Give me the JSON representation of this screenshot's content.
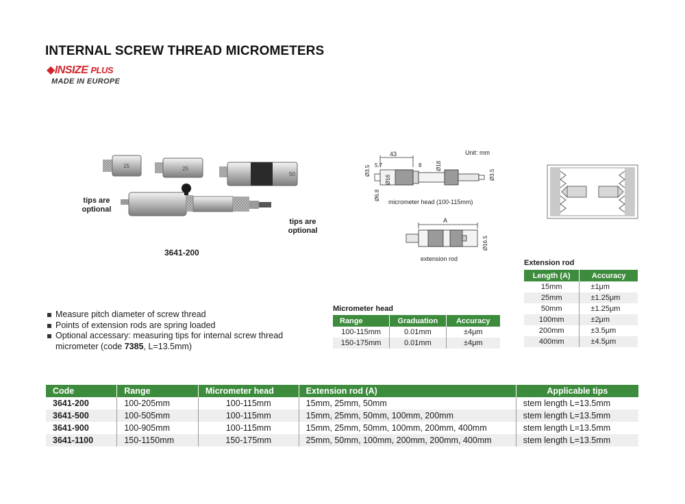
{
  "header": {
    "title": "INTERNAL SCREW THREAD MICROMETERS",
    "brand": "INSIZE",
    "brand_suffix": "PLUS",
    "made_in": "MADE IN EUROPE"
  },
  "photo": {
    "tips_left": "tips are optional",
    "tips_right": "tips are optional",
    "model": "3641-200",
    "rod_labels": [
      "15",
      "25",
      "50"
    ]
  },
  "diagram": {
    "unit": "Unit: mm",
    "dim_43": "43",
    "dim_5_7": "5.7",
    "dim_3_5_left": "Ø3.5",
    "dim_6_8": "Ø6.8",
    "dim_16": "Ø16",
    "dim_8": "8",
    "dim_18": "Ø18",
    "dim_3_5_right": "Ø3.5",
    "head_caption": "micrometer head (100-115mm)",
    "dim_a": "A",
    "dim_16_5": "Ø16.5",
    "rod_caption": "extension rod"
  },
  "features": [
    "Measure pitch diameter of screw thread",
    "Points of extension rods are spring loaded",
    "Optional accessary: measuring tips for internal screw thread micrometer (code ",
    "7385",
    ", L=13.5mm)"
  ],
  "micrometer_head": {
    "caption": "Micrometer head",
    "headers": [
      "Range",
      "Graduation",
      "Accuracy"
    ],
    "rows": [
      [
        "100-115mm",
        "0.01mm",
        "±4μm"
      ],
      [
        "150-175mm",
        "0.01mm",
        "±4μm"
      ]
    ]
  },
  "extension_rod": {
    "caption": "Extension rod",
    "headers": [
      "Length (A)",
      "Accuracy"
    ],
    "rows": [
      [
        "15mm",
        "±1μm"
      ],
      [
        "25mm",
        "±1.25μm"
      ],
      [
        "50mm",
        "±1.25μm"
      ],
      [
        "100mm",
        "±2μm"
      ],
      [
        "200mm",
        "±3.5μm"
      ],
      [
        "400mm",
        "±4.5μm"
      ]
    ]
  },
  "main_table": {
    "headers": [
      "Code",
      "Range",
      "Micrometer head",
      "Extension rod (A)",
      "Applicable tips"
    ],
    "rows": [
      [
        "3641-200",
        "100-205mm",
        "100-115mm",
        "15mm, 25mm, 50mm",
        "stem length L=13.5mm"
      ],
      [
        "3641-500",
        "100-505mm",
        "100-115mm",
        "15mm, 25mm, 50mm, 100mm, 200mm",
        "stem length L=13.5mm"
      ],
      [
        "3641-900",
        "100-905mm",
        "100-115mm",
        "15mm, 25mm, 50mm, 100mm, 200mm, 400mm",
        "stem length L=13.5mm"
      ],
      [
        "3641-1100",
        "150-1150mm",
        "150-175mm",
        "25mm, 50mm, 100mm, 200mm, 200mm, 400mm",
        "stem length L=13.5mm"
      ]
    ]
  },
  "colors": {
    "header_green": "#3d8b3d",
    "brand_red": "#d2232a",
    "row_alt": "#eeeeee"
  }
}
